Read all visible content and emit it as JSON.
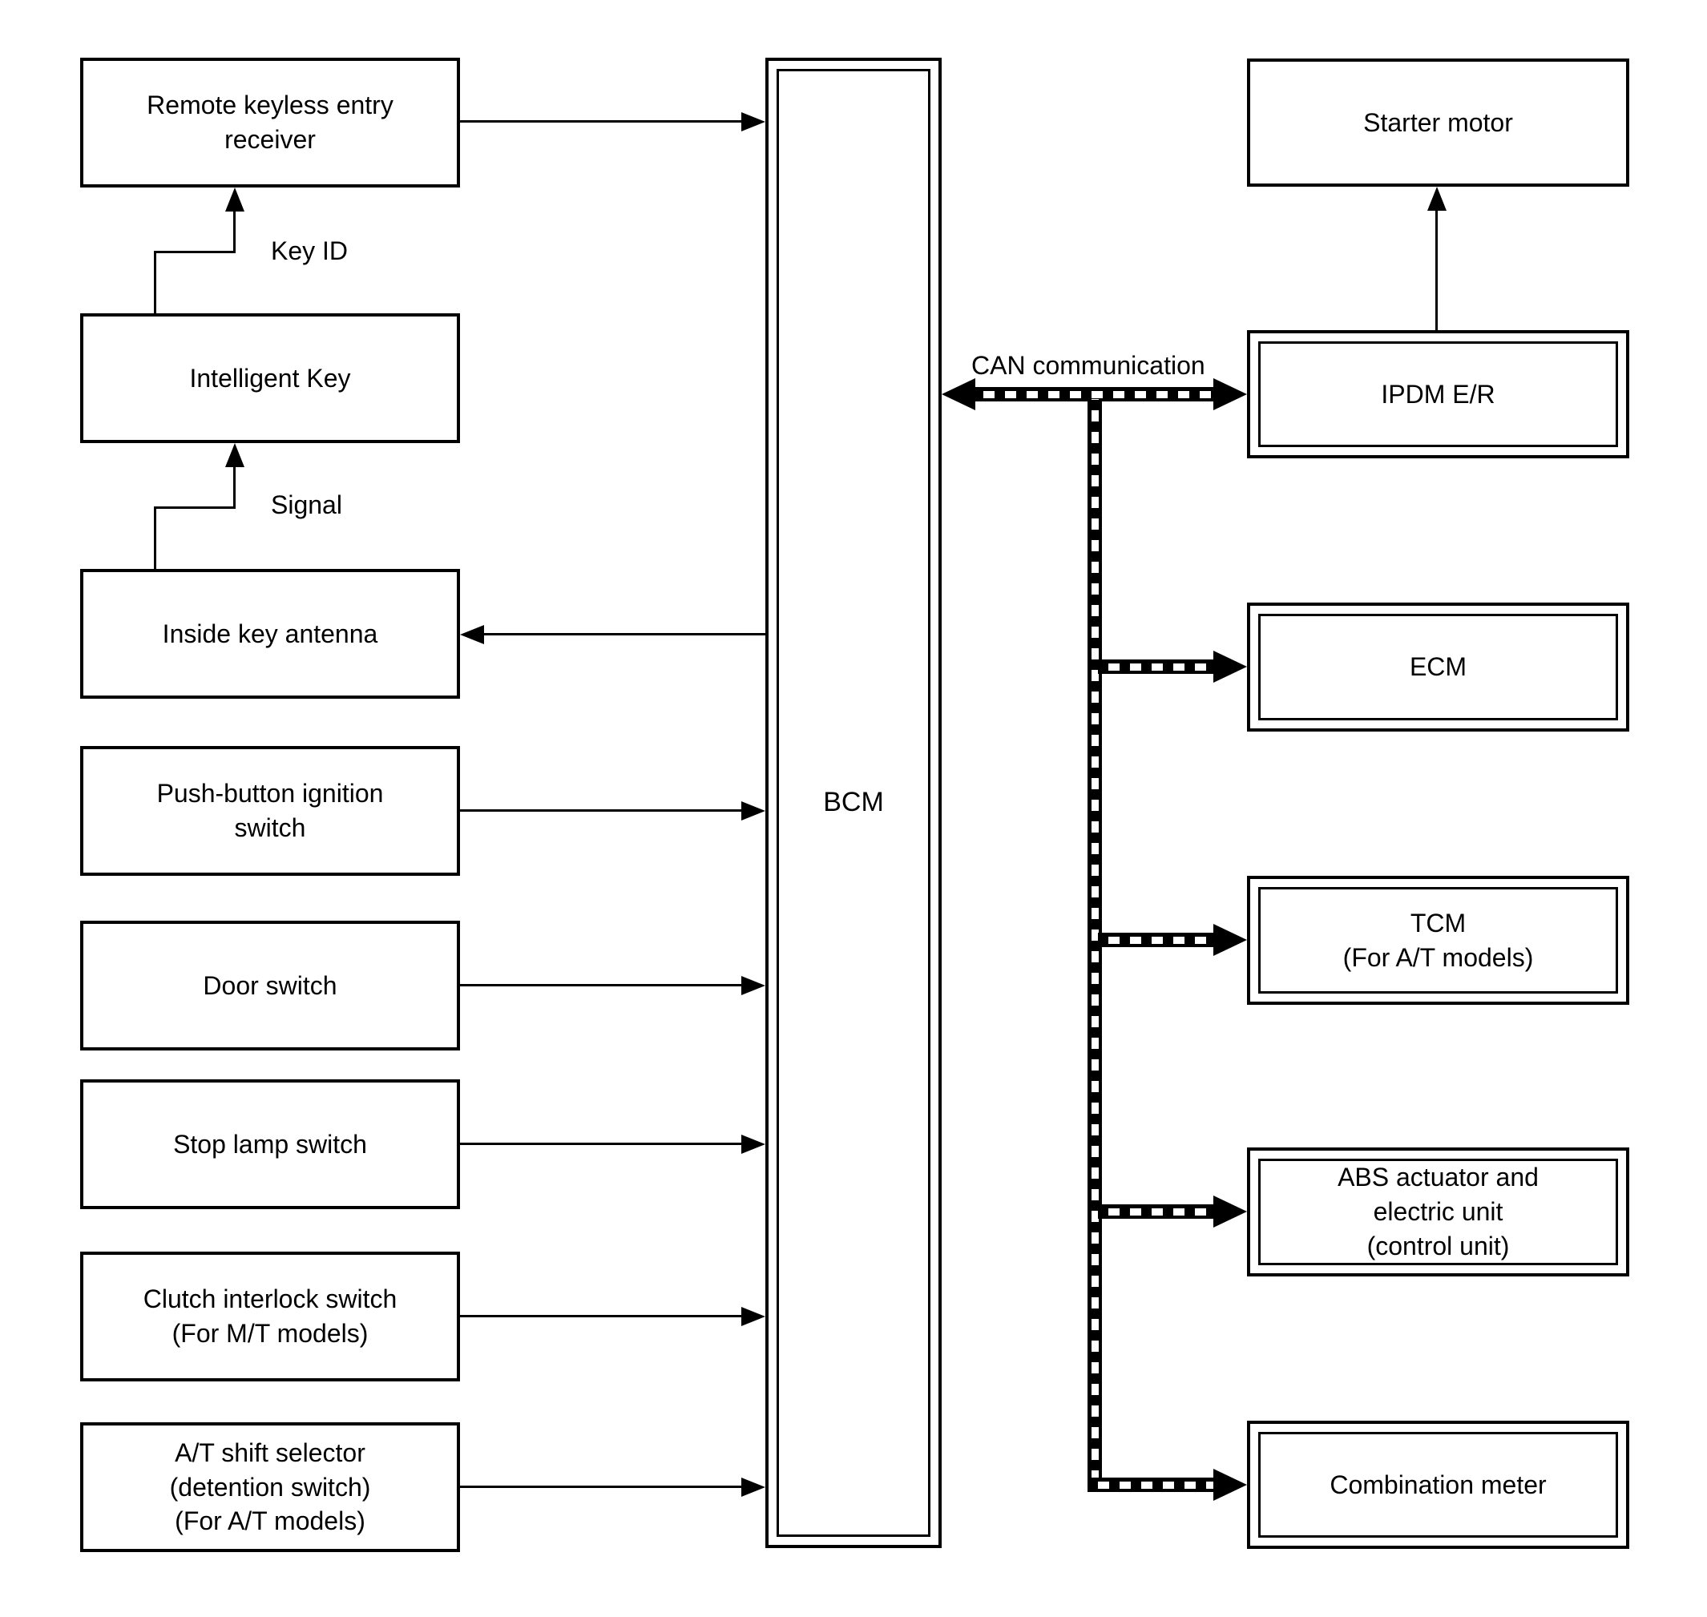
{
  "diagram": {
    "background_color": "#ffffff",
    "line_color": "#000000",
    "center_node": {
      "label": "BCM"
    },
    "left_nodes": [
      {
        "label": "Remote keyless entry\nreceiver"
      },
      {
        "label": "Intelligent Key"
      },
      {
        "label": "Inside key antenna"
      },
      {
        "label": "Push-button ignition\nswitch"
      },
      {
        "label": "Door switch"
      },
      {
        "label": "Stop lamp switch"
      },
      {
        "label": "Clutch interlock switch\n(For M/T models)"
      },
      {
        "label": "A/T shift selector\n(detention switch)\n(For A/T models)"
      }
    ],
    "right_nodes": [
      {
        "label": "Starter motor"
      },
      {
        "label": "IPDM E/R"
      },
      {
        "label": "ECM"
      },
      {
        "label": "TCM\n(For A/T models)"
      },
      {
        "label": "ABS actuator and\nelectric unit\n(control unit)"
      },
      {
        "label": "Combination meter"
      }
    ],
    "labels": {
      "key_id": "Key ID",
      "signal": "Signal",
      "can": "CAN communication"
    },
    "connections": [
      {
        "from": "Remote keyless entry receiver",
        "to": "BCM",
        "style": "solid-arrow"
      },
      {
        "from": "Intelligent Key",
        "to": "Remote keyless entry receiver",
        "style": "solid-arrow",
        "label": "Key ID"
      },
      {
        "from": "Inside key antenna",
        "to": "Intelligent Key",
        "style": "solid-arrow",
        "label": "Signal"
      },
      {
        "from": "BCM",
        "to": "Inside key antenna",
        "style": "solid-arrow"
      },
      {
        "from": "Push-button ignition switch",
        "to": "BCM",
        "style": "solid-arrow"
      },
      {
        "from": "Door switch",
        "to": "BCM",
        "style": "solid-arrow"
      },
      {
        "from": "Stop lamp switch",
        "to": "BCM",
        "style": "solid-arrow"
      },
      {
        "from": "Clutch interlock switch (For M/T models)",
        "to": "BCM",
        "style": "solid-arrow"
      },
      {
        "from": "A/T shift selector (detention switch) (For A/T models)",
        "to": "BCM",
        "style": "solid-arrow"
      },
      {
        "from": "IPDM E/R",
        "to": "Starter motor",
        "style": "solid-arrow"
      },
      {
        "from": "BCM",
        "to": "IPDM E/R",
        "style": "can-double-arrow",
        "label": "CAN communication"
      },
      {
        "from": "CAN bus",
        "to": "ECM",
        "style": "can-arrow"
      },
      {
        "from": "CAN bus",
        "to": "TCM (For A/T models)",
        "style": "can-arrow"
      },
      {
        "from": "CAN bus",
        "to": "ABS actuator and electric unit (control unit)",
        "style": "can-arrow"
      },
      {
        "from": "CAN bus",
        "to": "Combination meter",
        "style": "can-arrow"
      }
    ]
  }
}
